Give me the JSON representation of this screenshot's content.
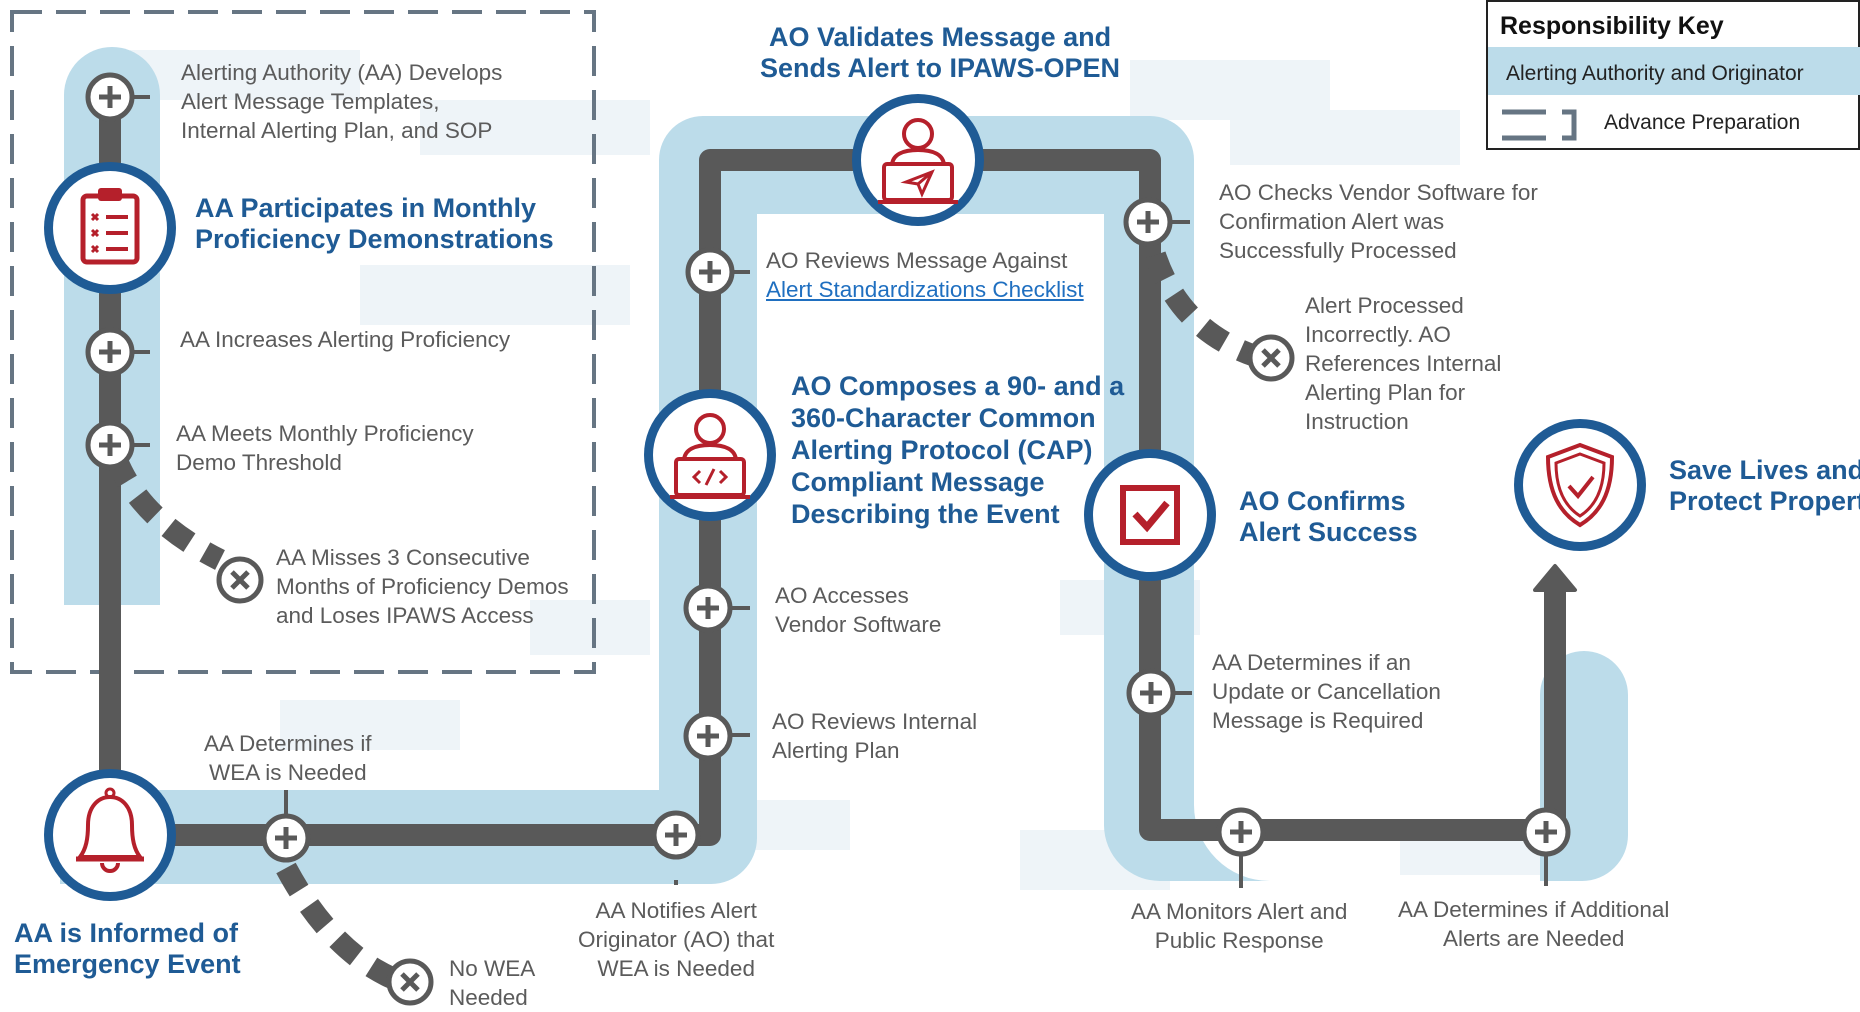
{
  "colors": {
    "band": "#bcdcea",
    "track": "#595959",
    "navy": "#1f5b95",
    "red": "#b5202b",
    "text": "#5b5b5b",
    "dash": "#667583"
  },
  "key": {
    "title": "Responsibility Key",
    "band_label": "Alerting Authority and Originator",
    "dash_label": "Advance Preparation"
  },
  "steps": {
    "s1": [
      "Alerting Authority (AA) Develops",
      "Alert Message Templates,",
      "Internal Alerting Plan, and SOP"
    ],
    "s3": [
      "AA Increases Alerting Proficiency"
    ],
    "s4": [
      "AA Meets Monthly Proficiency",
      "Demo  Threshold"
    ],
    "s5": [
      "AA Misses 3 Consecutive",
      "Months of Proficiency Demos",
      "and Loses IPAWS Access"
    ],
    "s6": [
      "AA Determines if",
      "WEA  is Needed"
    ],
    "s7": [
      "No WEA",
      "Needed"
    ],
    "s8": [
      "AA Notifies Alert",
      "Originator (AO) that",
      "WEA  is Needed"
    ],
    "s9": [
      "AO Reviews Internal",
      "Alerting Plan"
    ],
    "s10": [
      "AO Accesses",
      "Vendor Software"
    ],
    "s12_line1": "AO Reviews Message Against",
    "s12_link": "Alert Standardizations Checklist",
    "s14": [
      "AO Checks  Vendor Software  for",
      "Confirmation  Alert was",
      "Successfully  Processed"
    ],
    "s15": [
      "Alert Processed",
      "Incorrectly. AO",
      "References Internal",
      "Alerting Plan for",
      "Instruction"
    ],
    "s17": [
      "AA Determines if an",
      "Update or Cancellation",
      "Message is Required"
    ],
    "s18": [
      "AA Monitors Alert and",
      "Public Response"
    ],
    "s19": [
      "AA Determines if Additional",
      "Alerts are Needed"
    ]
  },
  "majors": {
    "m2": [
      "AA Participates in Monthly",
      "Proficiency Demonstrations"
    ],
    "m_start": [
      "AA is Informed of",
      "Emergency Event"
    ],
    "m11": [
      "AO Composes a 90- and a",
      "360-Character Common",
      "Alerting Protocol (CAP)",
      "Compliant Message",
      "Describing the Event"
    ],
    "m13": [
      "AO Validates Message and",
      "Sends Alert to IPAWS-OPEN"
    ],
    "m16": [
      "AO Confirms",
      "Alert Success"
    ],
    "m20": [
      "Save Lives and",
      "Protect Property"
    ]
  },
  "icons": {
    "m_start": "bell-icon",
    "m2": "clipboard-icon",
    "m11": "user-laptop-code-icon",
    "m13": "user-laptop-send-icon",
    "m16": "checkbox-icon",
    "m20": "shield-check-icon",
    "plus": "plus-icon",
    "x": "x-icon"
  }
}
